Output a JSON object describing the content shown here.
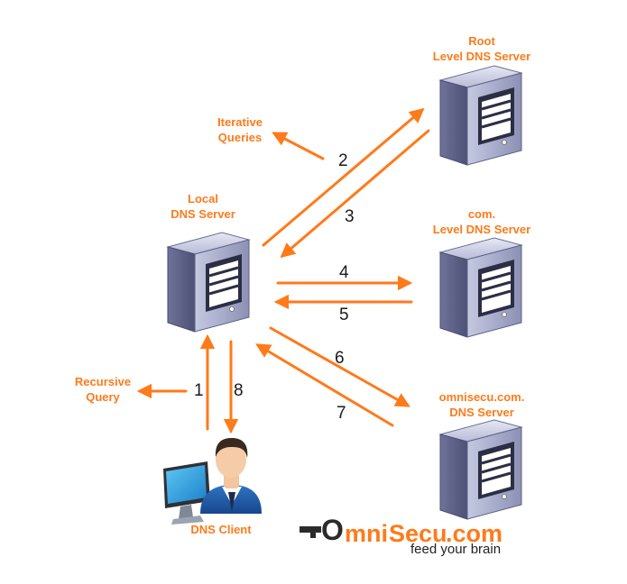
{
  "colors": {
    "accent": "#ff7a1a",
    "server_body": "#8e92b4",
    "text": "#1a1a1a"
  },
  "servers": {
    "root": {
      "line1": "Root",
      "line2": "Level DNS Server",
      "icon": "server-tower-icon"
    },
    "com": {
      "line1": "com.",
      "line2": "Level DNS Server",
      "icon": "server-tower-icon"
    },
    "omnisecu": {
      "line1": "omnisecu.com.",
      "line2": "DNS Server",
      "icon": "server-tower-icon"
    },
    "local": {
      "line1": "Local",
      "line2": "DNS Server",
      "icon": "server-tower-icon"
    }
  },
  "client": {
    "label": "DNS Client",
    "icon": "user-computer-icon"
  },
  "legend": {
    "iterative": {
      "line1": "Iterative",
      "line2": "Queries"
    },
    "recursive": {
      "line1": "Recursive",
      "line2": "Query"
    }
  },
  "steps": [
    "1",
    "2",
    "3",
    "4",
    "5",
    "6",
    "7",
    "8"
  ],
  "logo": {
    "brand_o": "O",
    "brand_mni": "mni",
    "brand_secu": "Secu",
    "brand_dotcom": ".com",
    "tagline": "feed your brain",
    "icon": "key-icon"
  }
}
